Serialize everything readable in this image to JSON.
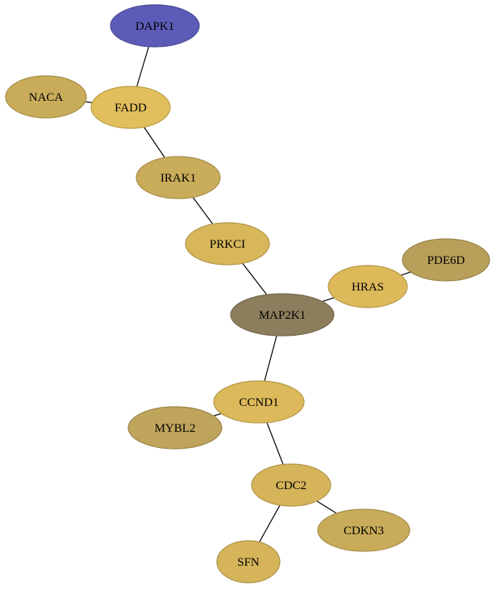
{
  "graph": {
    "nodes": [
      {
        "id": "DAPK1",
        "label": "DAPK1",
        "color": "#5c5cb8"
      },
      {
        "id": "FADD",
        "label": "FADD",
        "color": "#e2bf5c"
      },
      {
        "id": "NACA",
        "label": "NACA",
        "color": "#c9ac5a"
      },
      {
        "id": "IRAK1",
        "label": "IRAK1",
        "color": "#c9ac5a"
      },
      {
        "id": "PRKCI",
        "label": "PRKCI",
        "color": "#d8b75a"
      },
      {
        "id": "PDE6D",
        "label": "PDE6D",
        "color": "#b8a05a"
      },
      {
        "id": "HRAS",
        "label": "HRAS",
        "color": "#ddb95a"
      },
      {
        "id": "MAP2K1",
        "label": "MAP2K1",
        "color": "#8c7e5c"
      },
      {
        "id": "CCND1",
        "label": "CCND1",
        "color": "#dcb95a"
      },
      {
        "id": "MYBL2",
        "label": "MYBL2",
        "color": "#bfa45c"
      },
      {
        "id": "CDC2",
        "label": "CDC2",
        "color": "#d6b45a"
      },
      {
        "id": "CDKN3",
        "label": "CDKN3",
        "color": "#c9ac5a"
      },
      {
        "id": "SFN",
        "label": "SFN",
        "color": "#d6b45a"
      }
    ],
    "edges": [
      [
        "DAPK1",
        "FADD"
      ],
      [
        "NACA",
        "FADD"
      ],
      [
        "FADD",
        "IRAK1"
      ],
      [
        "IRAK1",
        "PRKCI"
      ],
      [
        "PRKCI",
        "MAP2K1"
      ],
      [
        "MAP2K1",
        "HRAS"
      ],
      [
        "HRAS",
        "PDE6D"
      ],
      [
        "MAP2K1",
        "CCND1"
      ],
      [
        "CCND1",
        "MYBL2"
      ],
      [
        "CCND1",
        "CDC2"
      ],
      [
        "CDC2",
        "CDKN3"
      ],
      [
        "CDC2",
        "SFN"
      ]
    ]
  }
}
